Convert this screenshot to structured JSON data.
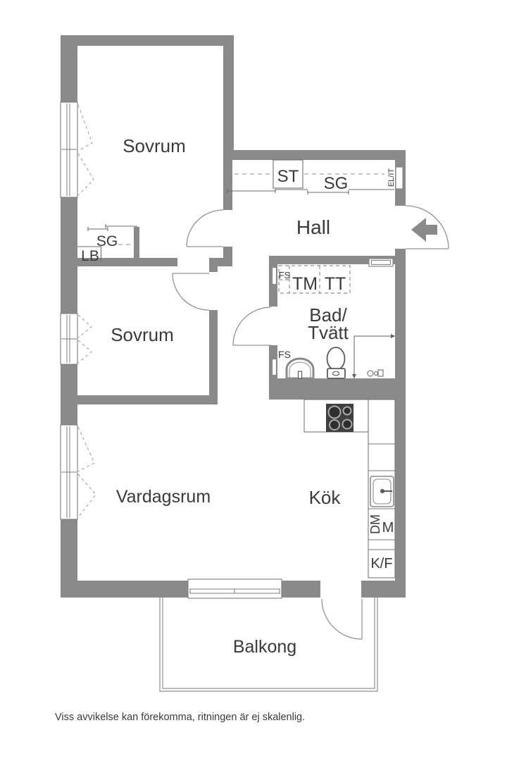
{
  "floorplan": {
    "rooms": {
      "bedroom1": "Sovrum",
      "bedroom2": "Sovrum",
      "hall": "Hall",
      "bath_line1": "Bad/",
      "bath_line2": "Tvätt",
      "living": "Vardagsrum",
      "kitchen": "Kök",
      "balcony": "Balkong"
    },
    "fixtures": {
      "st": "ST",
      "sg_hall": "SG",
      "sg_bedroom": "SG",
      "lb": "LB",
      "el_it": "EL/IT",
      "tm": "TM",
      "tt": "TT",
      "fs_top": "FS",
      "fs_bottom": "FS",
      "dm": "DM",
      "m": "M",
      "kf": "K/F"
    },
    "footer": "Viss avvikelse kan förekomma, ritningen är ej skalenlig.",
    "colors": {
      "wall": "#8a8a8a",
      "line": "#6e6e6e",
      "light_line": "#8f8f8f",
      "dash": "#a3a3a3",
      "text": "#3a3a3a",
      "stove": "#3f3f3f",
      "background": "#ffffff"
    }
  }
}
